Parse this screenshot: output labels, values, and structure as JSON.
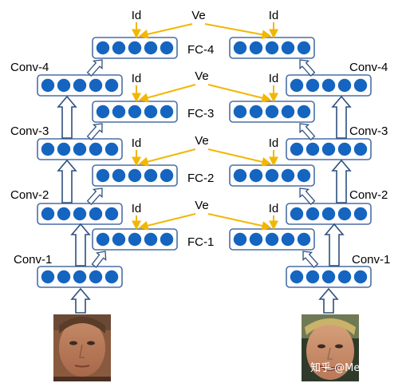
{
  "colors": {
    "node_fill": "#1565c0",
    "layer_border": "#4a6fa5",
    "conv_arrow": "#2f4f7f",
    "id_arrow": "#f2b705",
    "background": "#ffffff"
  },
  "labels": {
    "id": "Id",
    "ve": "Ve",
    "fc4": "FC-4",
    "fc3": "FC-3",
    "fc2": "FC-2",
    "fc1": "FC-1",
    "conv4": "Conv-4",
    "conv3": "Conv-3",
    "conv2": "Conv-2",
    "conv1": "Conv-1"
  },
  "watermark": "知乎 @Mengcius",
  "nodes_per_layer": 5,
  "images": {
    "left_face": "face-photo-left",
    "right_face": "face-photo-right"
  }
}
